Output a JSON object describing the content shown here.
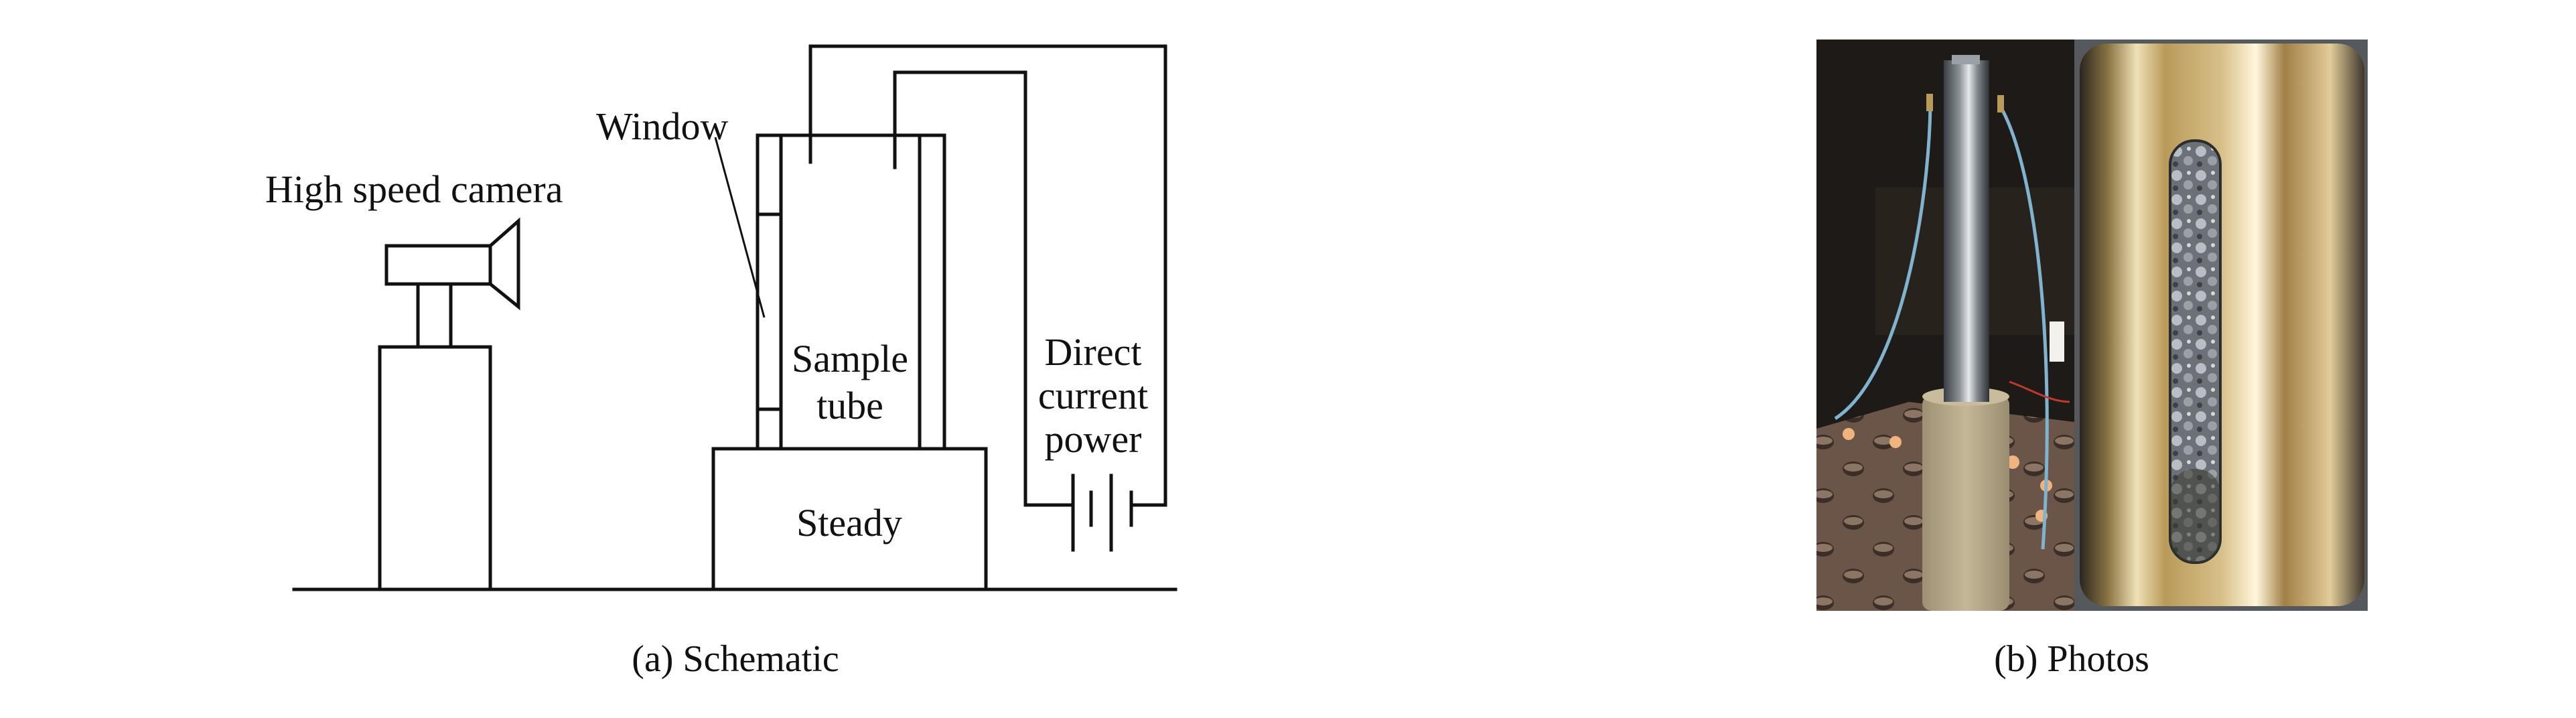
{
  "figure": {
    "schematic": {
      "labels": {
        "camera": "High speed camera",
        "window": "Window",
        "sample_line1": "Sample",
        "sample_line2": "tube",
        "steady": "Steady",
        "power_line1": "Direct",
        "power_line2": "current",
        "power_line3": "power"
      },
      "caption": "(a) Schematic"
    },
    "photos": {
      "caption": "(b) Photos",
      "colors": {
        "background_dark": "#1e1a17",
        "steel_tube": "#8e9399",
        "steel_highlight": "#e6e8ea",
        "ceramic_base": "#b7a98a",
        "plate": "#6a5548",
        "plate_hole_light": "#f2b47e",
        "wire": "#7fb3d0",
        "brass": "#b99a5a",
        "brass_light": "#efe1b6",
        "window_gray": "#5a5e63"
      }
    }
  }
}
